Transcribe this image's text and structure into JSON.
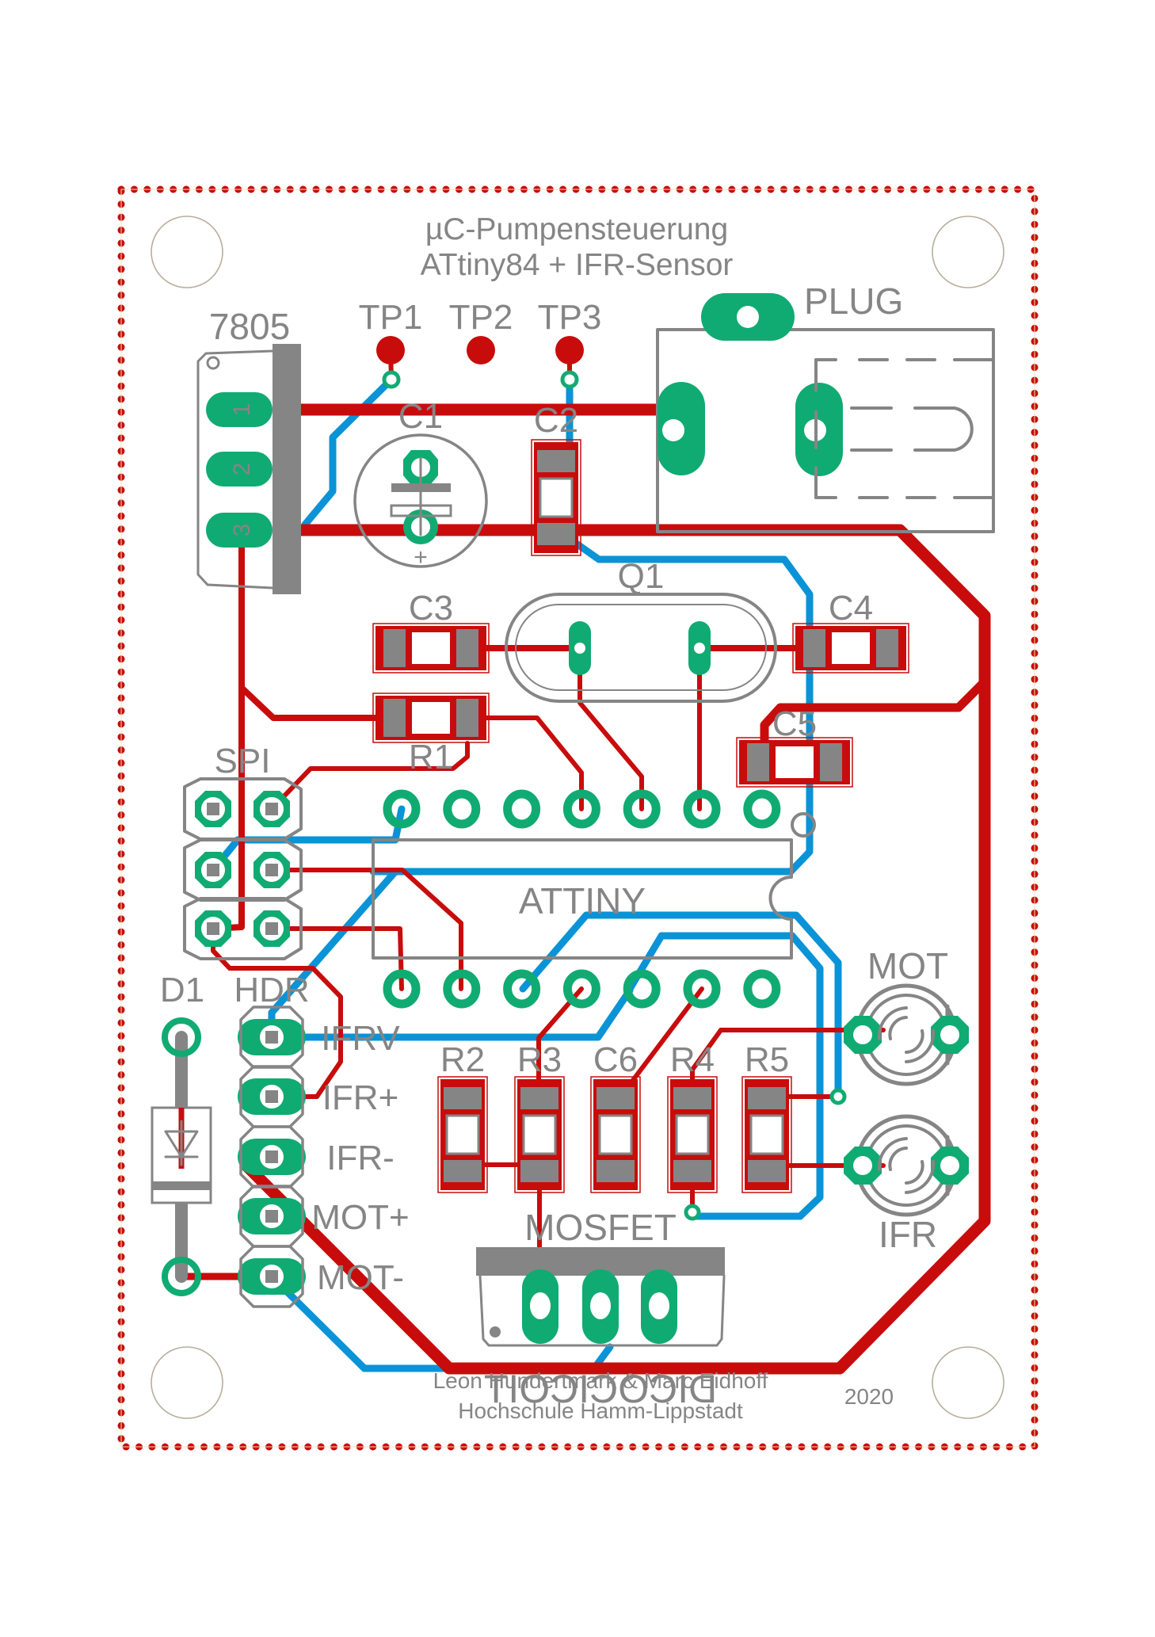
{
  "title": {
    "line1": "µC-Pumpensteuerung",
    "line2": "ATtiny84 + IFR-Sensor"
  },
  "footer": {
    "authors": "Leon Hundertmark & Marc Eidhoff",
    "institution": "Hochschule Hamm-Lippstadt",
    "year": "2020",
    "mirrored_bottom_text": "DICOCICOIT"
  },
  "colors": {
    "top_copper": "#c80c0c",
    "bottom_copper": "#0a93d6",
    "pads": "#10ab72",
    "silkscreen": "#858585",
    "board_outline": "#c80c0c"
  },
  "components": {
    "regulator": {
      "name": "7805",
      "pins": [
        "1",
        "2",
        "3"
      ]
    },
    "testpoints": [
      "TP1",
      "TP2",
      "TP3"
    ],
    "plug": "PLUG",
    "c1": "C1",
    "c2": "C2",
    "c3": "C3",
    "c4": "C4",
    "c5": "C5",
    "c6": "C6",
    "q1": "Q1",
    "r1": "R1",
    "r2": "R2",
    "r3": "R3",
    "r4": "R4",
    "r5": "R5",
    "spi": "SPI",
    "mcu": "ATTINY",
    "d1": "D1",
    "hdr": "HDR",
    "hdr_pins": [
      "IFRV",
      "IFR+",
      "IFR-",
      "MOT+",
      "MOT-"
    ],
    "mot": "MOT",
    "ifr": "IFR",
    "mosfet": "MOSFET",
    "c1_polarity": "+"
  }
}
